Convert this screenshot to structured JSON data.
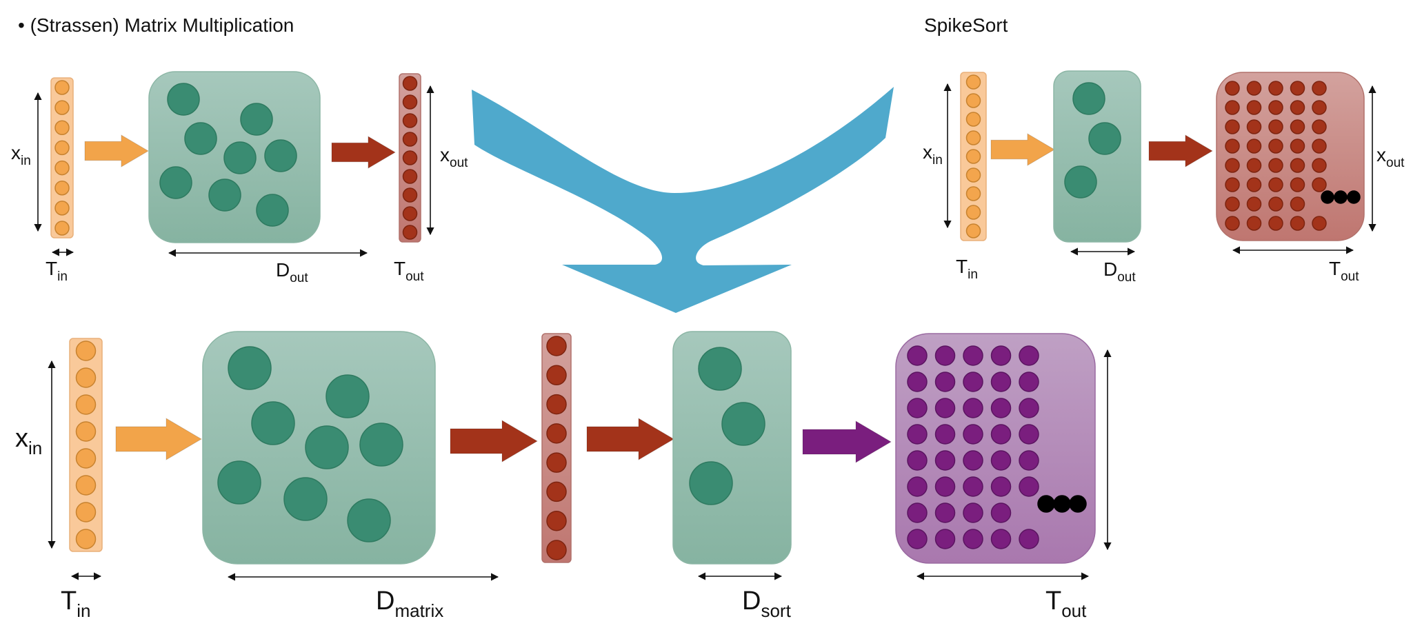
{
  "titles": {
    "left": "• (Strassen) Matrix Multiplication",
    "right": "SpikeSort"
  },
  "labels": {
    "x": "x",
    "T": "T",
    "D": "D",
    "sub_in": "in",
    "sub_out": "out",
    "sub_matrix": "matrix",
    "sub_sort": "sort"
  },
  "colors": {
    "input_fill": "#f9c99a",
    "input_node": "#f3a54d",
    "hidden_fill_top": "#a6c8bc",
    "hidden_fill_bottom": "#86b3a1",
    "hidden_node": "#3a8c72",
    "output_fill": "#c98a85",
    "output_node": "#a3331a",
    "sort_output_fill": "#b58fbe",
    "sort_output_node": "#7a1e7e",
    "arrow_orange": "#f2a44a",
    "arrow_red": "#a3331a",
    "arrow_purple": "#7a1e7e",
    "merge_arrow": "#4fa9cc",
    "dots": "#000000"
  },
  "icons": {
    "merge": "merge-arrow-icon",
    "flow": "flow-arrow-icon",
    "ellipsis": "ellipsis-dots-icon"
  }
}
